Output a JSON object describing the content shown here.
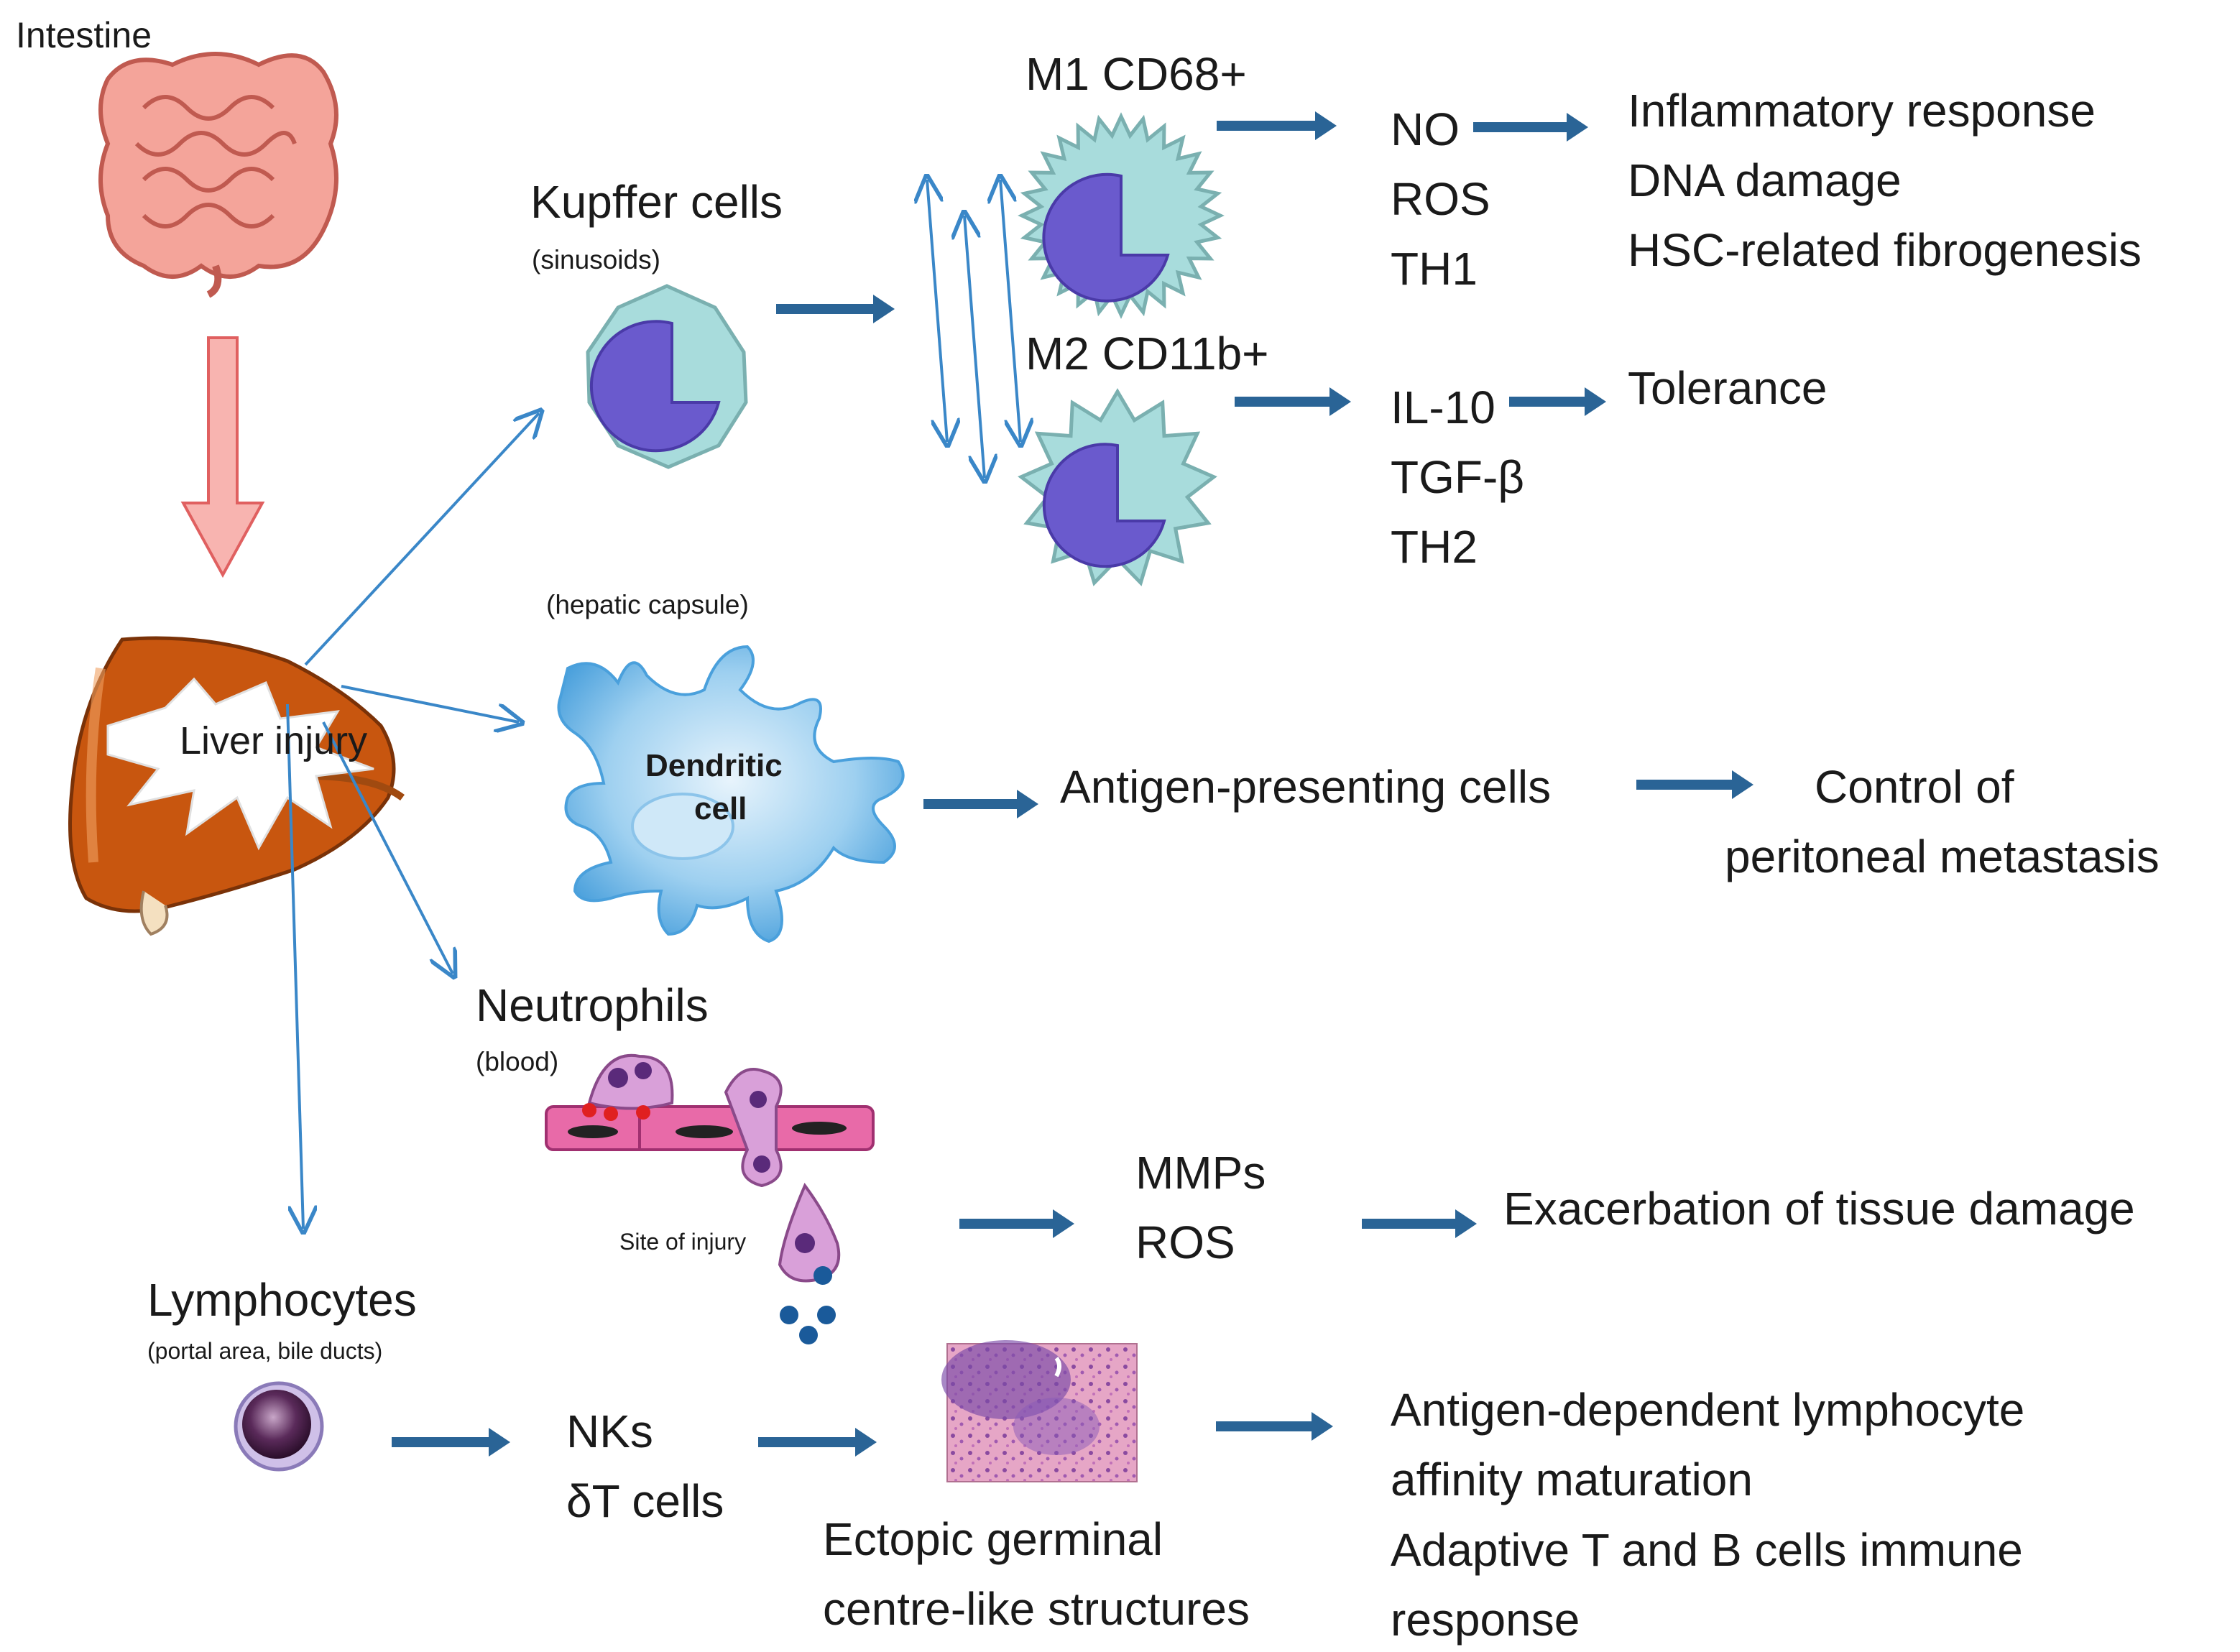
{
  "source": {
    "intestine_label": "Intestine",
    "liver_label": "Liver injury"
  },
  "kupffer": {
    "title": "Kupffer cells",
    "location": "(sinusoids)",
    "m1": {
      "label": "M1 CD68+",
      "mediators": [
        "NO",
        "ROS",
        "TH1"
      ],
      "effects": [
        "Inflammatory response",
        "DNA damage",
        "HSC-related fibrogenesis"
      ]
    },
    "m2": {
      "label": "M2 CD11b+",
      "mediators": [
        "IL-10",
        "TGF-β",
        "TH2"
      ],
      "effects": [
        "Tolerance"
      ]
    }
  },
  "dendritic": {
    "location": "(hepatic capsule)",
    "cell_label_line1": "Dendritic",
    "cell_label_line2": "cell",
    "role": "Antigen-presenting cells",
    "effect_line1": "Control of",
    "effect_line2": "peritoneal metastasis"
  },
  "neutrophils": {
    "title": "Neutrophils",
    "location": "(blood)",
    "site_label": "Site of injury",
    "mediators": [
      "MMPs",
      "ROS"
    ],
    "effect": "Exacerbation of tissue damage"
  },
  "lymphocytes": {
    "title": "Lymphocytes",
    "location": "(portal area, bile ducts)",
    "cells": [
      "NKs",
      "δT cells"
    ],
    "structure_line1": "Ectopic germinal",
    "structure_line2": "centre-like structures",
    "effects": [
      "Antigen-dependent lymphocyte",
      "affinity maturation",
      "Adaptive T and B cells immune",
      "response"
    ]
  },
  "colors": {
    "arrow_thick": "#2a6496",
    "arrow_thin": "#3a87c8",
    "kupffer_cell": "#a8dcdc",
    "nucleus": "#6a5acd",
    "dendritic": "#7cc0ea",
    "intestine_arrow": "#f28a8a",
    "liver": "#c8560f",
    "neutrophil": "#d9a0d9",
    "vessel": "#e05aa0"
  }
}
